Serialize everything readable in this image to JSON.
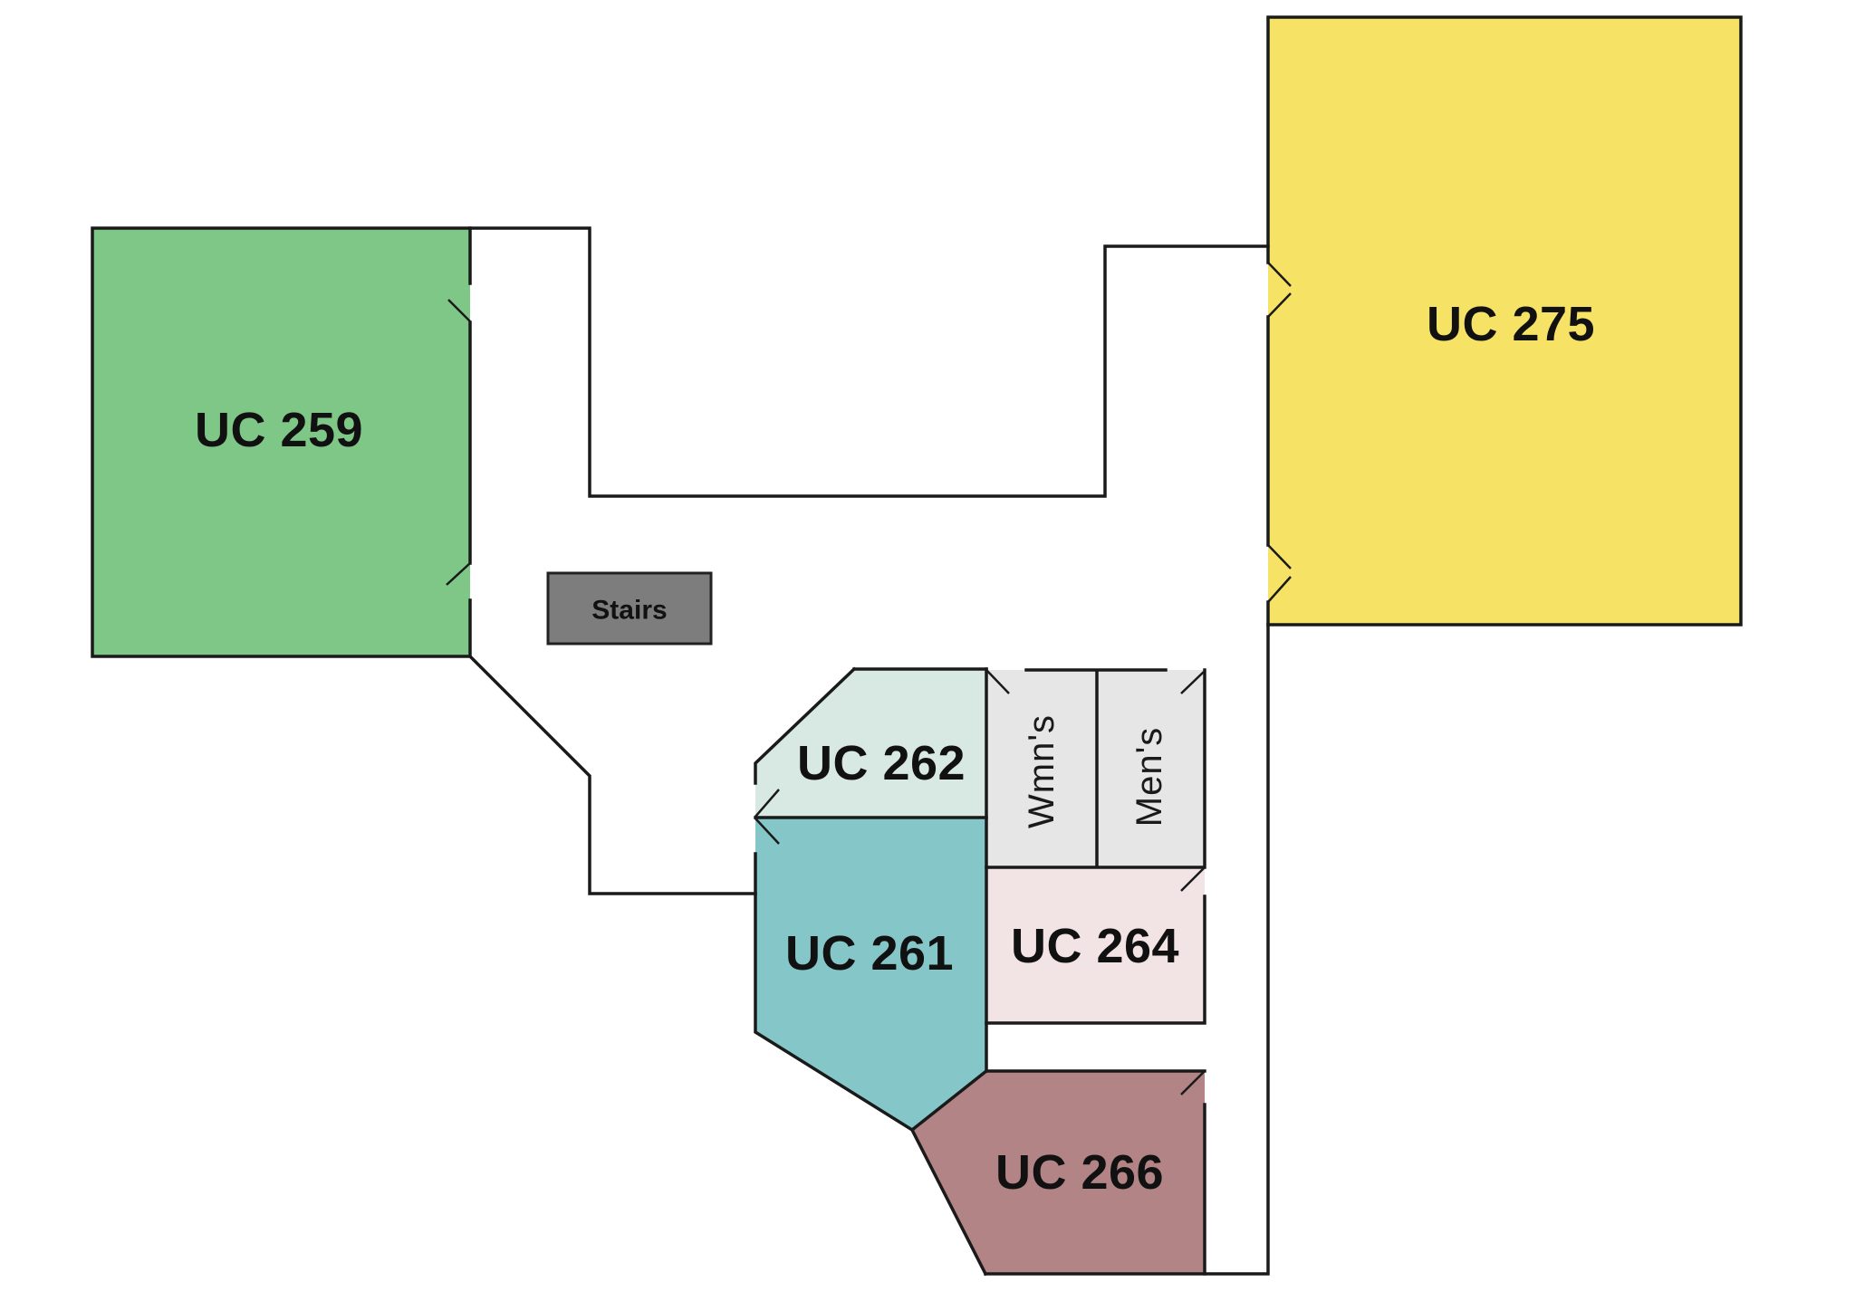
{
  "rooms": {
    "uc259": {
      "label": "UC 259",
      "color": "#7fc787"
    },
    "uc275": {
      "label": "UC 275",
      "color": "#f6e366"
    },
    "uc262": {
      "label": "UC 262",
      "color": "#d7e9e2"
    },
    "uc261": {
      "label": "UC 261",
      "color": "#85c6c9"
    },
    "uc264": {
      "label": "UC 264",
      "color": "#f2e3e4"
    },
    "uc266": {
      "label": "UC 266",
      "color": "#b28486"
    },
    "womens": {
      "label": "Wmn's",
      "color": "#e6e6e7"
    },
    "mens": {
      "label": "Men's",
      "color": "#e6e6e7"
    },
    "stairs": {
      "label": "Stairs",
      "color": "#7d7d7d"
    }
  },
  "styles": {
    "wall_color": "#1a1a1a",
    "stairs_border": "#222222",
    "background": "#ffffff"
  }
}
